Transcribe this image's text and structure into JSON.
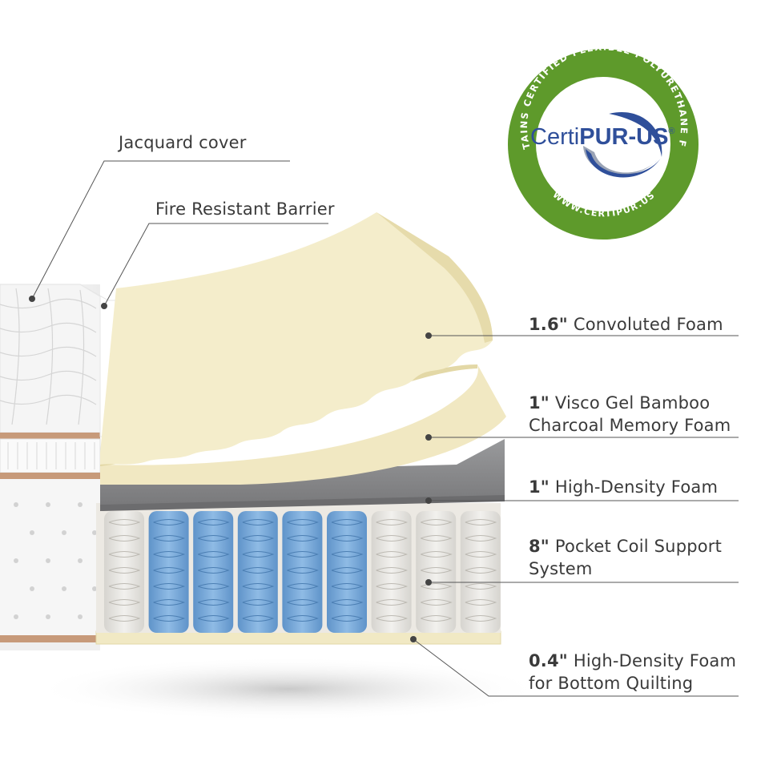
{
  "labels": {
    "jacquard": "Jacquard cover",
    "barrier": "Fire Resistant Barrier",
    "convoluted": {
      "thickness": "1.6\"",
      "text": "Convoluted Foam"
    },
    "visco": {
      "thickness": "1\"",
      "text": "Visco Gel Bamboo",
      "line2": "Charcoal Memory Foam"
    },
    "high_density": {
      "thickness": "1\"",
      "text": "High-Density Foam"
    },
    "coil": {
      "thickness": "8\"",
      "text": "Pocket Coil Support",
      "line2": "System"
    },
    "bottom": {
      "thickness": "0.4\"",
      "text": "High-Density Foam",
      "line2": "for Bottom Quilting"
    }
  },
  "seal": {
    "brand_left": "Certi",
    "brand_right": "PUR-US",
    "registered": "®",
    "ring_top": "CONTAINS CERTIFIED FLEXIBLE POLYURETHANE FOAM",
    "ring_bottom": "WWW.CERTIPUR.US",
    "colors": {
      "ring": "#5e9a2b",
      "inner": "#ffffff",
      "blue": "#2f4f9a",
      "gray": "#9aa3b5"
    }
  },
  "colors": {
    "foam": "#f3ecc8",
    "foam_edge": "#e7dcae",
    "gray_foam": "#8a8a8c",
    "blue_coil": "#7eaedb",
    "white_coil": "#e8e6e2",
    "cover": "#f7f7f7",
    "trim": "#c79a7a",
    "leader": "#555555"
  },
  "icons": {
    "seal": "certipur-seal-icon",
    "coil": "pocket-coil-icon"
  }
}
